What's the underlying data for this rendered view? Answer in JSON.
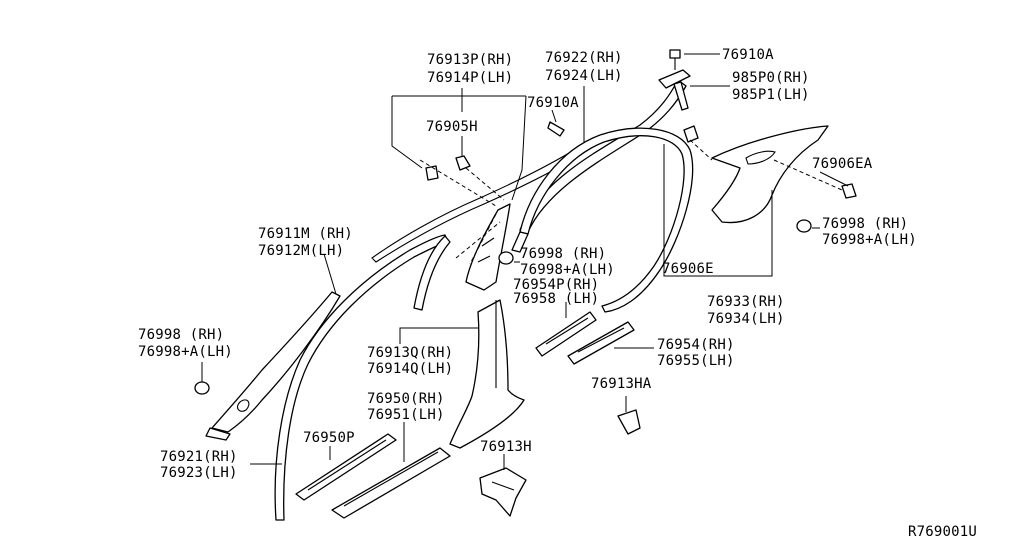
{
  "diagram": {
    "reference": "R769001U",
    "labels": [
      {
        "id": "l1",
        "rh": "76913P(RH)",
        "lh": "76914P(LH)"
      },
      {
        "id": "l2",
        "rh": "76922(RH)",
        "lh": "76924(LH)"
      },
      {
        "id": "l3",
        "text": "76910A"
      },
      {
        "id": "l4",
        "rh": "985P0(RH)",
        "lh": "985P1(LH)"
      },
      {
        "id": "l5",
        "text": "76910A"
      },
      {
        "id": "l6",
        "text": "76905H"
      },
      {
        "id": "l7",
        "text": "76906EA"
      },
      {
        "id": "l8",
        "rh": "76998   (RH)",
        "lh": "76998+A(LH)"
      },
      {
        "id": "l9",
        "rh": "76911M (RH)",
        "lh": "76912M(LH)"
      },
      {
        "id": "l10",
        "rh": "76998   (RH)",
        "lh": "76998+A(LH)"
      },
      {
        "id": "l11",
        "text": "76906E"
      },
      {
        "id": "l12",
        "rh": "76954P(RH)",
        "lh": "76958   (LH)"
      },
      {
        "id": "l13",
        "rh": "76933(RH)",
        "lh": "76934(LH)"
      },
      {
        "id": "l14",
        "rh": "76998   (RH)",
        "lh": "76998+A(LH)"
      },
      {
        "id": "l15",
        "rh": "76913Q(RH)",
        "lh": "76914Q(LH)"
      },
      {
        "id": "l16",
        "rh": "76954(RH)",
        "lh": "76955(LH)"
      },
      {
        "id": "l17",
        "text": "76913HA"
      },
      {
        "id": "l18",
        "rh": "76950(RH)",
        "lh": "76951(LH)"
      },
      {
        "id": "l19",
        "text": "76950P"
      },
      {
        "id": "l20",
        "rh": "76921(RH)",
        "lh": "76923(LH)"
      },
      {
        "id": "l21",
        "text": "76913H"
      }
    ]
  }
}
